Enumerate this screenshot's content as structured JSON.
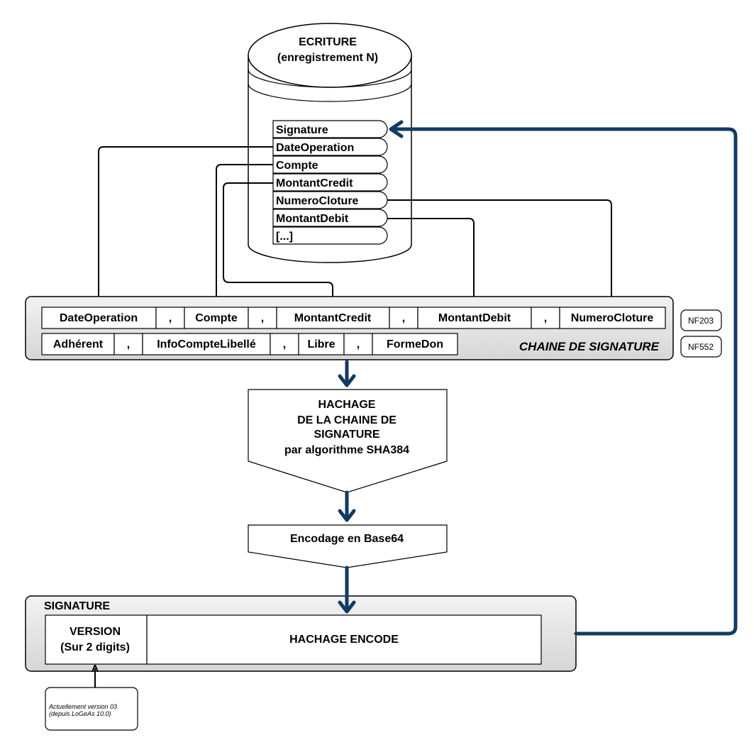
{
  "database": {
    "title_line1": "ECRITURE",
    "title_line2": "(enregistrement N)",
    "fields": [
      "Signature",
      "DateOperation",
      "Compte",
      "MontantCredit",
      "NumeroCloture",
      "MontantDebit",
      "[...]"
    ]
  },
  "chain": {
    "label": "CHAINE DE SIGNATURE",
    "row1": [
      "DateOperation",
      ",",
      "Compte",
      ",",
      "MontantCredit",
      ",",
      "MontantDebit",
      ",",
      "NumeroCloture"
    ],
    "row2": [
      "Adhérent",
      ",",
      "InfoCompteLibellé",
      ",",
      "Libre",
      ",",
      "FormeDon"
    ],
    "tag1": "NF203",
    "tag2": "NF552"
  },
  "hash_step": {
    "line1": "HACHAGE",
    "line2": "DE LA CHAINE DE",
    "line3": "SIGNATURE",
    "line4": "par algorithme SHA384"
  },
  "encode_step": {
    "label": "Encodage en Base64"
  },
  "signature": {
    "title": "SIGNATURE",
    "version_line1": "VERSION",
    "version_line2": "(Sur 2 digits)",
    "hash_label": "HACHAGE ENCODE"
  },
  "note": {
    "line1": "Actuellement version 03",
    "line2": "(depuis LoGeAs 10.0)"
  },
  "colors": {
    "flow_arrow": "#123a63",
    "panel_fill": "#e6e6e6"
  }
}
